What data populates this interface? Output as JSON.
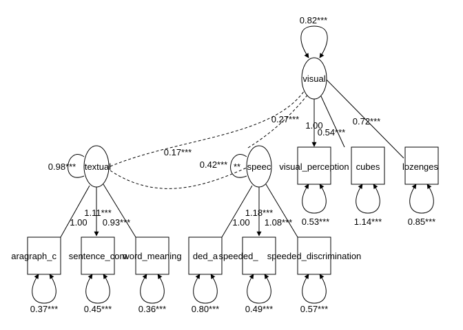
{
  "latents": {
    "visual": {
      "label": "visual",
      "variance": "0.82***"
    },
    "textual": {
      "label": "textual",
      "variance": "0.98***"
    },
    "speed": {
      "label": "speec",
      "variance": "**"
    }
  },
  "observed": {
    "visual_perception": {
      "label": "visual_perception",
      "residual": "0.53***"
    },
    "cubes": {
      "label": "cubes",
      "residual": "1.14***"
    },
    "lozenges": {
      "label": "lozenges",
      "residual": "0.85***"
    },
    "paragraph": {
      "label": "aragraph_c",
      "residual": "0.37***"
    },
    "sentence": {
      "label": "sentence_com",
      "residual": "0.45***"
    },
    "word_meaning": {
      "label": "word_meaning",
      "residual": "0.36***"
    },
    "speeded_addition": {
      "label": "ded_a",
      "residual": "0.80***"
    },
    "speeded_counting": {
      "label": "speeded_",
      "residual": "0.49***"
    },
    "speeded_discrimination": {
      "label": "speeded_discrimination",
      "residual": "0.57***"
    }
  },
  "loadings": {
    "visual_vp": "1.00",
    "visual_cubes": "0.54***",
    "visual_lozenges": "0.72***",
    "textual_para": "1.00",
    "textual_sent": "1.11***",
    "textual_word": "0.93***",
    "speed_add": "1.00",
    "speed_count": "1.18***",
    "speed_disc": "1.08***"
  },
  "covariances": {
    "textual_speed": "0.42***",
    "textual_visual": "0.17***",
    "speed_visual": "0.27***"
  }
}
